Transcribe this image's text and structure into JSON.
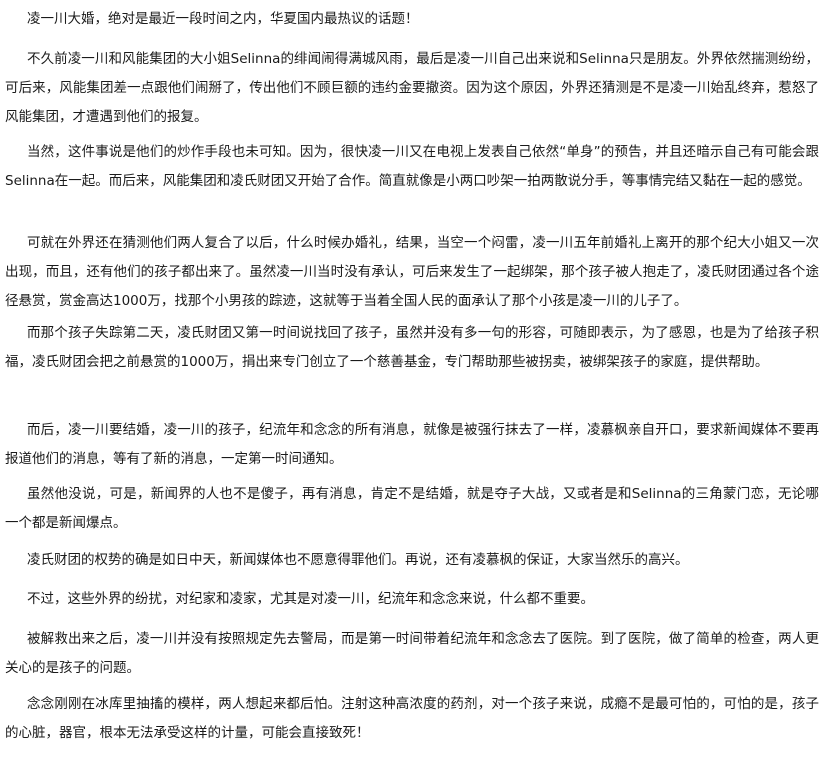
{
  "article": {
    "paragraphs": [
      "凌一川大婚，绝对是最近一段时间之内，华夏国内最热议的话题！",
      "不久前凌一川和风能集团的大小姐Selinna的绯闻闹得满城风雨，最后是凌一川自己出来说和Selinna只是朋友。外界依然揣测纷纷，可后来，风能集团差一点跟他们闹掰了，传出他们不顾巨额的违约金要撤资。因为这个原因，外界还猜测是不是凌一川始乱终弃，惹怒了风能集团，才遭遇到他们的报复。",
      "当然，这件事说是他们的炒作手段也未可知。因为，很快凌一川又在电视上发表自己依然“单身”的预告，并且还暗示自己有可能会跟Selinna在一起。而后来，风能集团和凌氏财团又开始了合作。简直就像是小两口吵架一拍两散说分手，等事情完结又黏在一起的感觉。",
      "可就在外界还在猜测他们两人复合了以后，什么时候办婚礼，结果，当空一个闷雷，凌一川五年前婚礼上离开的那个纪大小姐又一次出现，而且，还有他们的孩子都出来了。虽然凌一川当时没有承认，可后来发生了一起绑架，那个孩子被人抱走了，凌氏财团通过各个途径悬赏，赏金高达1000万，找那个小男孩的踪迹，这就等于当着全国人民的面承认了那个小孩是凌一川的儿子了。",
      "而那个孩子失踪第二天，凌氏财团又第一时间说找回了孩子，虽然并没有多一句的形容，可随即表示，为了感恩，也是为了给孩子积福，凌氏财团会把之前悬赏的1000万，捐出来专门创立了一个慈善基金，专门帮助那些被拐卖，被绑架孩子的家庭，提供帮助。",
      "而后，凌一川要结婚，凌一川的孩子，纪流年和念念的所有消息，就像是被强行抹去了一样，凌慕枫亲自开口，要求新闻媒体不要再报道他们的消息，等有了新的消息，一定第一时间通知。",
      "虽然他没说，可是，新闻界的人也不是傻子，再有消息，肯定不是结婚，就是夺子大战，又或者是和Selinna的三角蒙门恋，无论哪一个都是新闻爆点。",
      "凌氏财团的权势的确是如日中天，新闻媒体也不愿意得罪他们。再说，还有凌慕枫的保证，大家当然乐的高兴。",
      "不过，这些外界的纷扰，对纪家和凌家，尤其是对凌一川，纪流年和念念来说，什么都不重要。",
      "被解救出来之后，凌一川并没有按照规定先去警局，而是第一时间带着纪流年和念念去了医院。到了医院，做了简单的检查，两人更关心的是孩子的问题。",
      "念念刚刚在冰库里抽搐的模样，两人想起来都后怕。注射这种高浓度的药剂，对一个孩子来说，成瘾不是最可怕的，可怕的是，孩子的心脏，器官，根本无法承受这样的计量，可能会直接致死！"
    ]
  }
}
